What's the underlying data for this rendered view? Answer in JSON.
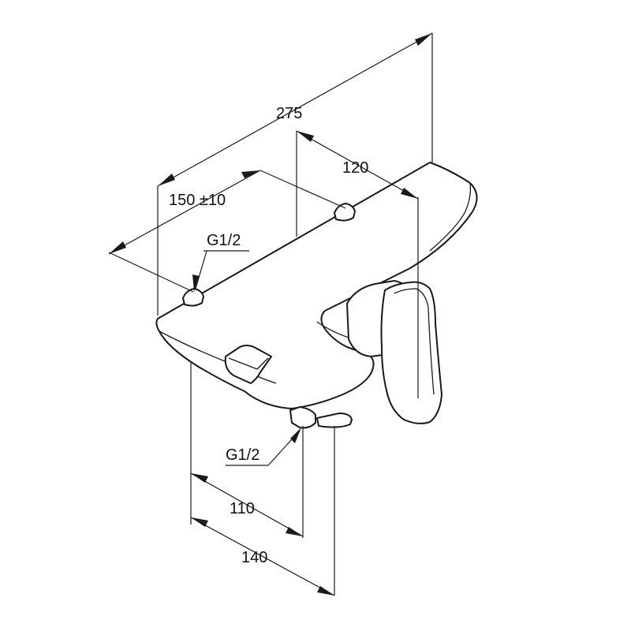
{
  "dimensions": {
    "overall_length": "275",
    "handle_offset": "120",
    "inlet_spacing": "150 ±10",
    "spout_offset_1": "110",
    "spout_offset_2": "140"
  },
  "connections": {
    "inlet_thread": "G1/2",
    "outlet_thread": "G1/2"
  },
  "colors": {
    "line": "#1a1a1a",
    "background": "#ffffff"
  }
}
